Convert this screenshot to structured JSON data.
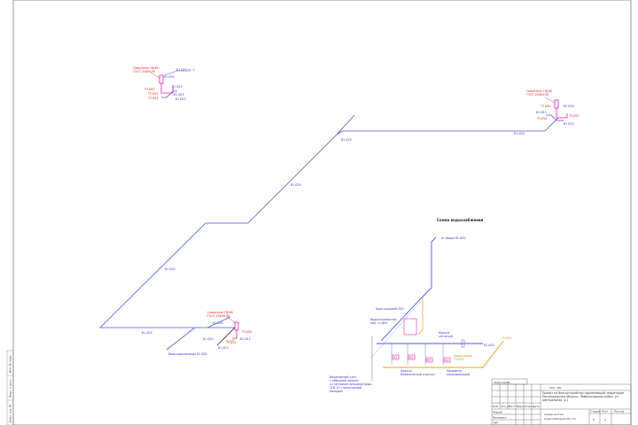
{
  "drawing": {
    "title": "Схема водоснабжения",
    "colors": {
      "cold_water": "#4a5ae0",
      "hot_water": "#e8a020",
      "fixture": "#e020c0",
      "note": "#e02020",
      "frame": "#555555"
    },
    "pipe_labels": [
      "В1 Ø25",
      "В1 Ø25",
      "В1 Ø25",
      "В1 Ø25",
      "В1 Ø20",
      "В1 Ø20"
    ],
    "riser_top_label": "от ввода В1 Ø32",
    "ground_label": "Ввод водопровода В1 Ø32",
    "clusters": [
      {
        "note": [
          "Смеситель ГВ/ХВ",
          "ГОСТ 25809-96"
        ],
        "labels_red": [
          "Т3 Ø20",
          "Т3 Ø15",
          "Т3 Ø15"
        ],
        "labels_blue": [
          "В1 Ø25 ст. 1",
          "В1 Ø20",
          "В1 Ø15",
          "В1 Ø15",
          "В1 Ø15"
        ]
      },
      {
        "note": [
          "Смеситель ГВ/ХВ",
          "ГОСТ 25809-96"
        ],
        "labels_red": [
          "Т3 Ø20",
          "Т3 Ø15",
          "Т3 Ø15"
        ],
        "labels_blue": [
          "В1 Ø20",
          "В1 Ø15",
          "В1 Ø15"
        ]
      },
      {
        "note": [
          "Смеситель ГВ/ХВ",
          "ГОСТ 25809-96"
        ],
        "labels_red": [
          "Т3 Ø20",
          "Т3 Ø15"
        ],
        "labels_blue": [
          "В1 Ø20",
          "В1 Ø15",
          "В1 Ø15"
        ]
      }
    ],
    "boiler_room": {
      "riser_label": "от ввода В1 Ø32",
      "heater_label": [
        "Водонагреватель",
        "емк. V=80л"
      ],
      "valve_label": "Кран шаровой Ø20",
      "meter_label": [
        "Фильтр",
        "сетчатый"
      ],
      "main_label": "В1 Ø32",
      "hot_label": "Т3 Ø20",
      "hot_note": [
        "Циркуляция",
        "Т4 Ø15"
      ],
      "bottom_labels": [
        [
          "Фильтр",
          "механической очистки"
        ],
        [
          "Манометр",
          "показывающий"
        ]
      ],
      "ground_note": [
        "Водомерный узел",
        "с обводной линией",
        "и счетчиком холодной воды",
        "СГВ-20 с импульсным",
        "выходом"
      ],
      "fixtures": [
        "Н1",
        "Н2",
        "Н3",
        "Н4"
      ]
    }
  },
  "title_block": {
    "stamp": "ХХХХ-ХХ-ВК",
    "code": "ХХХ - ВК",
    "project": [
      "Проект по благоустройству прилегающей территории",
      "Ленинградская область, Ломоносовский район, ул. Центральная, д.1"
    ],
    "sheet_title": [
      "Схема систем",
      "водоснабжения В1, Т3"
    ],
    "columns": [
      "Изм.",
      "Кол.уч",
      "Лист",
      "№док",
      "Подп.",
      "Дата"
    ],
    "roles": [
      "Разраб.",
      "Проверил",
      "ГИП"
    ],
    "stage_header": [
      "Стадия",
      "Лист",
      "Листов"
    ],
    "stage": "Р",
    "sheet": "4"
  },
  "side_stamp": [
    "Инв. № подл.",
    "Подп. и дата",
    "Взам. инв. №"
  ]
}
